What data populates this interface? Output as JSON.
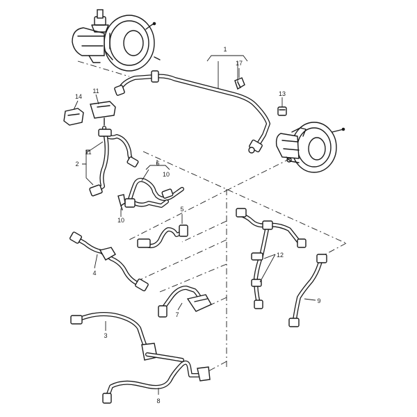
{
  "diagram": {
    "labels": {
      "l1": "1",
      "l2": "2",
      "l3": "3",
      "l4": "4",
      "l5": "5",
      "l6": "6",
      "l7": "7",
      "l8": "8",
      "l9": "9",
      "l10a": "10",
      "l10b": "10",
      "l11a": "11",
      "l11b": "11",
      "l12": "12",
      "l13": "13",
      "l14": "14",
      "l17": "17"
    }
  }
}
